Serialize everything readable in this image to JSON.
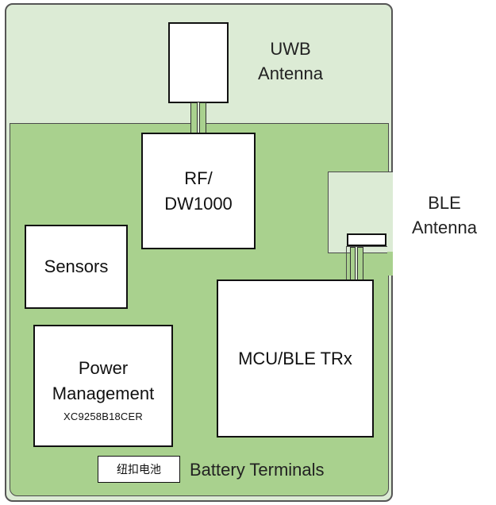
{
  "uwb_antenna": {
    "label": "UWB\nAntenna"
  },
  "ble_antenna": {
    "label": "BLE\nAntenna"
  },
  "rf_block": {
    "label": "RF/\nDW1000"
  },
  "sensors_block": {
    "label": "Sensors"
  },
  "power_block": {
    "label": "Power\nManagement",
    "part_number": "XC9258B18CER"
  },
  "mcu_block": {
    "label": "MCU/BLE TRx"
  },
  "coin_cell": {
    "label": "纽扣电池"
  },
  "battery_terminals": {
    "label": "Battery Terminals"
  },
  "colors": {
    "board_outer": "#dcebd5",
    "pcb": "#a9d18e",
    "block_fill": "#ffffff",
    "outline": "#111111"
  }
}
